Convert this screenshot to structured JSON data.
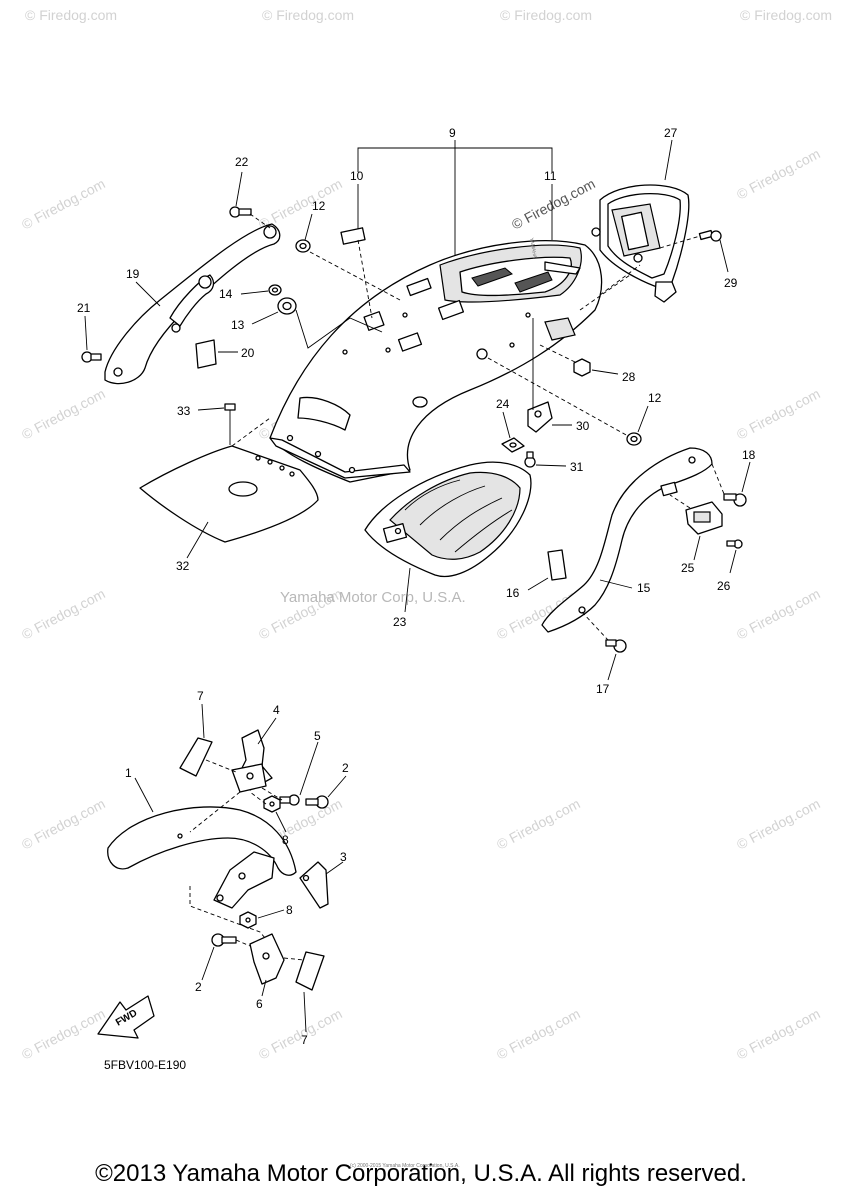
{
  "diagram": {
    "code": "5FBV100-E190",
    "fwd_label": "FWD",
    "small_copyright": "(c) 2000-2015 Yamaha Motor Corporation, U.S.A.",
    "center_watermark": "Yamaha Motor Corp, U.S.A.",
    "watermark_text": "© Firedog.com",
    "callouts": {
      "c1": "1",
      "c2a": "2",
      "c2b": "2",
      "c3": "3",
      "c4": "4",
      "c5": "5",
      "c6": "6",
      "c7a": "7",
      "c7b": "7",
      "c8a": "8",
      "c8b": "8",
      "c9": "9",
      "c10": "10",
      "c11": "11",
      "c12a": "12",
      "c12b": "12",
      "c13": "13",
      "c14": "14",
      "c15": "15",
      "c16": "16",
      "c17": "17",
      "c18": "18",
      "c19": "19",
      "c20": "20",
      "c21": "21",
      "c22": "22",
      "c23": "23",
      "c24": "24",
      "c25": "25",
      "c26": "26",
      "c27": "27",
      "c28": "28",
      "c29": "29",
      "c30": "30",
      "c31": "31",
      "c32": "32",
      "c33": "33"
    }
  },
  "footer": {
    "copyright": "©2013 Yamaha Motor Corporation, U.S.A. All rights reserved."
  }
}
